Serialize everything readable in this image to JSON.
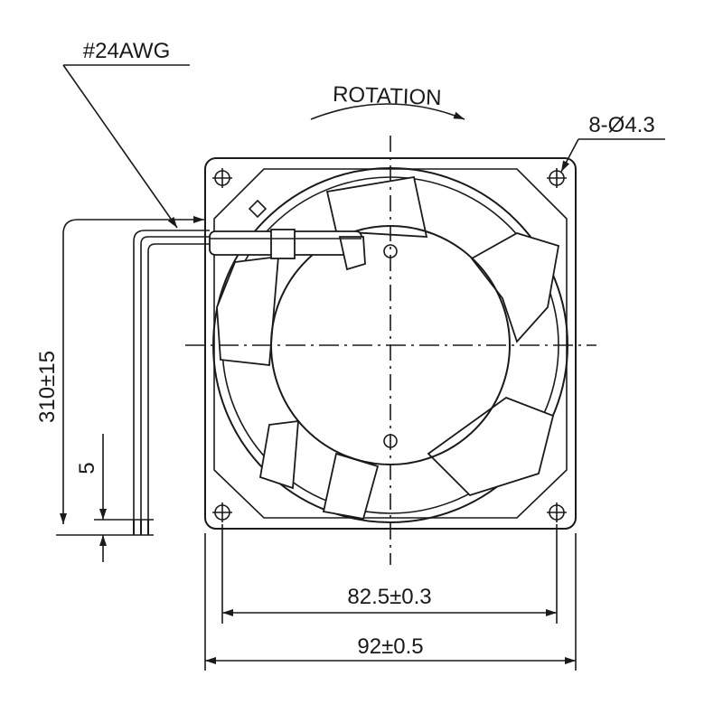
{
  "labels": {
    "wire_gauge": "#24AWG",
    "rotation": "ROTATION",
    "hole_spec": "8-Ø4.3",
    "lead_length": "310±15",
    "strip_length": "5",
    "hole_pitch": "82.5±0.3",
    "frame_size": "92±0.5"
  }
}
